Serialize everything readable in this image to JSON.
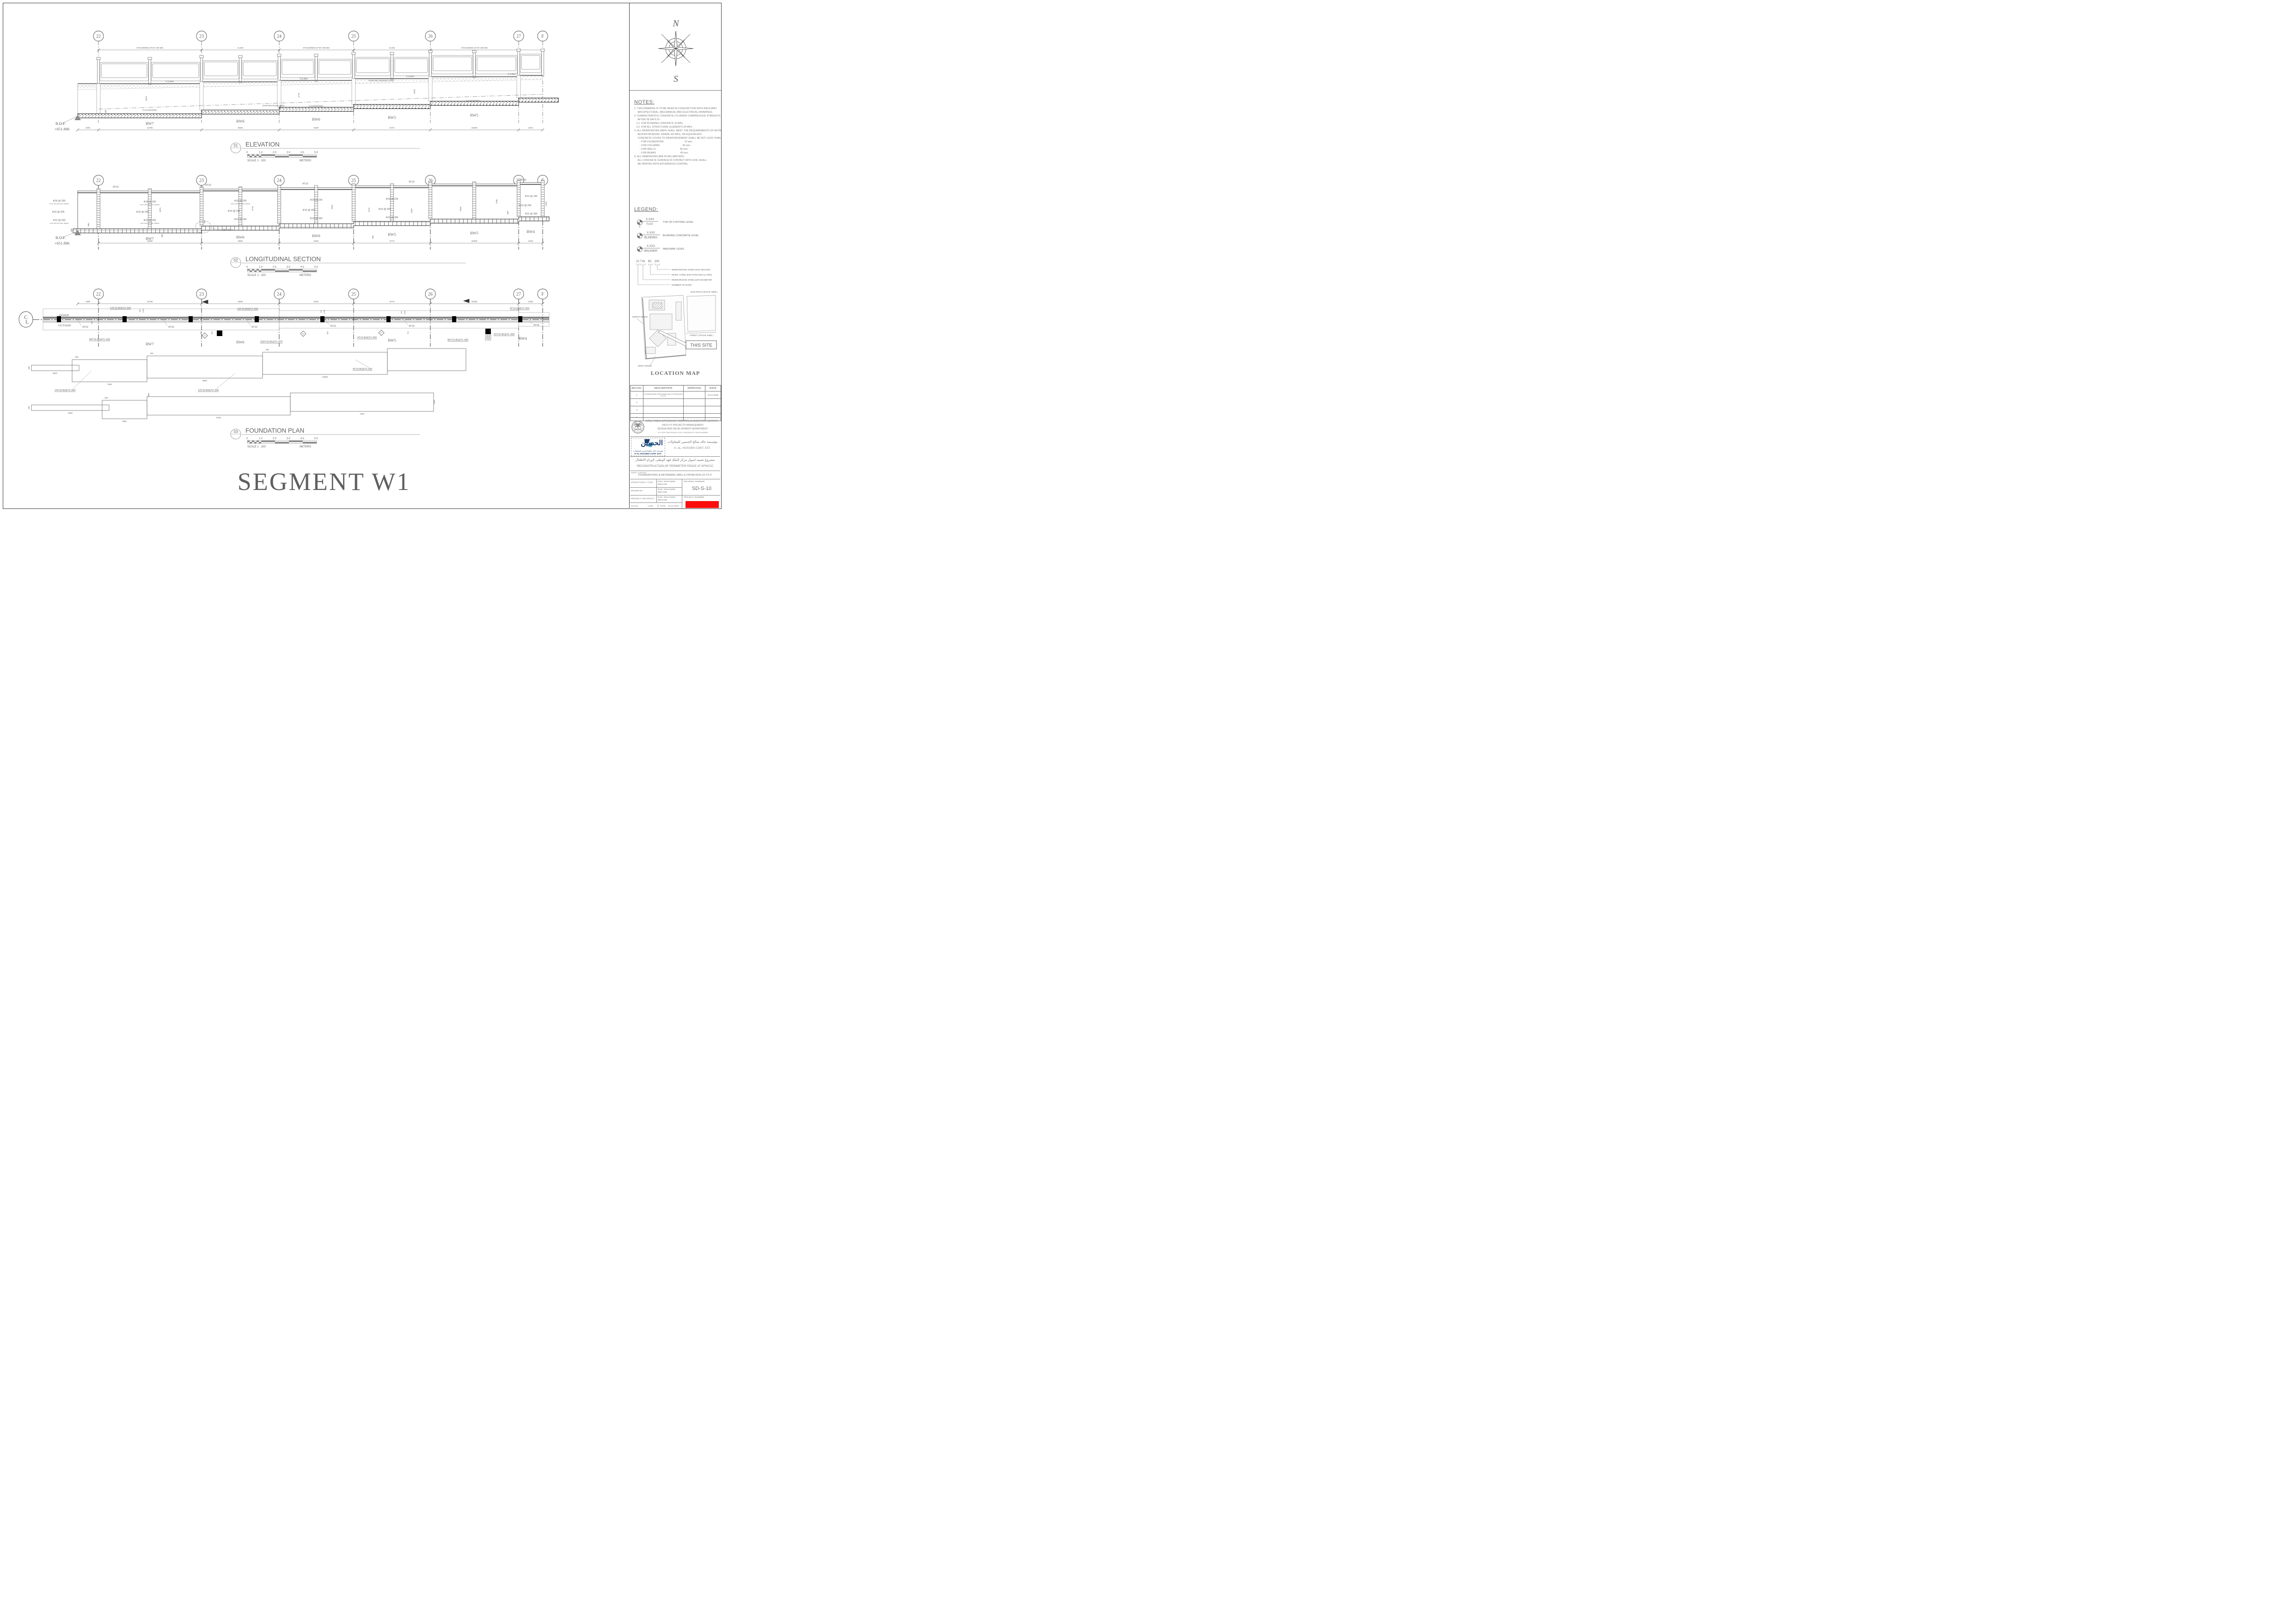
{
  "sheet": {
    "segment_title": "SEGMENT W1"
  },
  "axes": {
    "labels": [
      "22",
      "23",
      "24",
      "25",
      "26",
      "27",
      "F"
    ]
  },
  "scalebar": {
    "ticks": [
      "0",
      "1.0",
      "2.0",
      "3.0",
      "4.0",
      "5.0"
    ],
    "scale": "SCALE 1 : 100",
    "units": "METERS"
  },
  "elevation": {
    "tag": "01",
    "title": "ELEVATION",
    "top_labels": [
      "STAGGERED UP BY 200 MM",
      "ALIGN",
      "STAGGERED UP BY 200 MM",
      "ALIGN",
      "STAGGERED UP BY 200 MM"
    ],
    "torw": "T.O.RW",
    "ground_level": "EXISTING GROUND LEVEL",
    "road_level": "EXISTING ROAD LEVEL",
    "tofooting": "T.O.FOOTING",
    "bof": "B.O.F.",
    "bof_level": "+651.886",
    "wall_heights": [
      "3575",
      "3775",
      "3325"
    ],
    "step_dims": [
      "450",
      "500"
    ],
    "dims": [
      "1000",
      "11795",
      "8835",
      "8420",
      "8770",
      "10035",
      "2610"
    ],
    "walls": [
      "RW7",
      "RW6",
      "RW6",
      "RW5",
      "RW5"
    ]
  },
  "section": {
    "tag": "02",
    "title": "LONGITUDINAL SECTION",
    "top_bar": "4T10",
    "rebar": {
      "v16_200": "Φ16 @ 200",
      "v10_200": "Φ10 @ 200",
      "v12_250": "Φ12 @ 250",
      "v16_225": "Φ16 @ 225",
      "v10_250": "Φ10 @ 250",
      "v12_300": "Φ12 @ 300",
      "v12_150": "Φ12 @ 150",
      "high": "HIGH GROUND VER. REBAR",
      "low": "LOW GROUND VER. REBAR"
    },
    "wall_heights": [
      "3575",
      "3770",
      "3320",
      "3175",
      "2625",
      "2625",
      "2780",
      "2325"
    ],
    "small_dims": [
      "350",
      "550",
      "450",
      "250",
      "350",
      "500"
    ],
    "detail": "DETAIL A",
    "bof": "B.O.F.",
    "bof_level": "+651.886",
    "dims": [
      "11800",
      "8835",
      "8420",
      "8770",
      "10035",
      "2615"
    ],
    "walls": [
      "RW7",
      "RW6",
      "RW6",
      "RW5",
      "RW5",
      "RW4"
    ]
  },
  "plan": {
    "tag": "03",
    "title": "FOUNDATION PLAN",
    "cl_c": "C",
    "cl_l": "L",
    "inside": "INSIDE",
    "outside": "OUTSIDE",
    "bar4": "4T10",
    "top_callouts": [
      "14T10-B2&T2-200",
      "13T10-B2&T2-200",
      "9T10-B2&T2-250"
    ],
    "bottom_callouts": [
      "89T16-B1&T1-150",
      "100T16-B1&T1-175",
      "9T10-B2&T2-250",
      "95T12-B1&T1-200",
      "15T12-B1&T1-200"
    ],
    "dims": [
      "1350",
      "11795",
      "8835",
      "8420",
      "8770",
      "10035",
      "2635"
    ],
    "side_dims": [
      "200",
      "350",
      "1300",
      "900",
      "865",
      "300",
      "1200",
      "800",
      "250",
      "1000",
      "700",
      "900"
    ],
    "markers": [
      "H",
      "G",
      "F"
    ],
    "walls": [
      "RW7",
      "RW6",
      "RW5",
      "RW4"
    ]
  },
  "outlines": {
    "row1": {
      "callouts": [
        "14T10-B2&T2-250",
        "13T10-B2&T2-250",
        "9T10-B2&T2-250"
      ],
      "dims": [
        "100",
        "6500",
        "600",
        "7450",
        "700",
        "8900",
        "700",
        "10000"
      ]
    },
    "row2": {
      "dims": [
        "100",
        "9400",
        "620",
        "4550",
        "500",
        "9100",
        "7200",
        "1150"
      ]
    }
  },
  "compass": {
    "n": "N",
    "s": "S"
  },
  "notes": {
    "heading": "NOTES:",
    "lines": [
      "1- THIS DRAWING IS TO BE READ IN CONJUNCTION WITH RELEVANT",
      "     ARCHITECTURAL, MECHANICAL AND ELECTRICAL DRAWINGS.",
      "",
      "2- CHARACTERISTIC CONCRETE CYLINDER COMPRESSIVE STRENGTH",
      "     AFTER 28 DAYS IS :",
      "   2.1. FOR BLINDING CONCRETE 15 MPa",
      "   2.2. FOR ALL STRUCTURAL ELEMENTS 35 MPa",
      "",
      "3- ALL REINFORCING BARS SHALL MEET THE REQUIREMENTS OF ASTM",
      "     A615/ASTM A615M, GRADE 420 MPa, OR EQUIVALENT.",
      "",
      "     CONCRETE COVER TO REINFORCEMENT SHALL BE NOT LESS THAN",
      "",
      "        - FOR FOUNDATION                              75 mm.",
      "        - FOR COLUMNS                                 40 mm.",
      "        - FOR WALLS                                   30 mm.",
      "        - FOR BEAMS                                   40 mm.",
      "",
      "5- ALL DIMENSIONS ARE IN MILLIMETERS.",
      "",
      "     ALL CONCRETE SURFACE IN CONTACT WITH SOIL SHALL",
      "     BE PAINTED WITH BITUMINOUS COATING."
    ]
  },
  "legend": {
    "heading": "LEGEND:",
    "items": [
      {
        "value": "X.XXX",
        "label": "T.O.F.",
        "desc": "TOP OF FOOTING LEVEL"
      },
      {
        "value": "X.XXX",
        "label": "BLINDING",
        "desc": "BLINDING CONCRETE LEVEL"
      },
      {
        "value": "X.XXX",
        "label": "WALKWAY",
        "desc": "WALKWAY LEVEL"
      }
    ],
    "bar_code": {
      "parts": [
        "10",
        "T16",
        "B2",
        "200"
      ],
      "descs": [
        "REINFORCING STEEL BAR SPACING",
        "REINF. STEEL BAR POSITION (LAYER)",
        "REINFORCING STEEL BAR DIAMETER",
        "NUMBER OF BARS"
      ]
    }
  },
  "location_map": {
    "title": "LOCATION MAP",
    "this_site": "THIS SITE",
    "north_fence": "NORTH FENCE",
    "west_fence": "WEST FENCE",
    "main_road": "MAIN ROAD  ( 60.00 M. WIDE )",
    "street": "STREET  ( 20.00 M. WIDE )"
  },
  "revisions": {
    "headers": [
      "REV.NO.",
      "DESCRIPTION",
      "APPROVAL",
      "DATE"
    ],
    "rows": [
      {
        "no": "1",
        "desc": "FOUNDATIONS & RETAINING WALLS FROM AXIS 22 TO F",
        "approval": "",
        "date": "24-11-2019"
      },
      {
        "no": "2",
        "desc": "",
        "approval": "",
        "date": ""
      },
      {
        "no": "3",
        "desc": "",
        "approval": "",
        "date": ""
      },
      {
        "no": "4",
        "desc": "",
        "approval": "",
        "date": ""
      }
    ]
  },
  "title_block": {
    "org_name": "KING FAISAL SPECIALIST HOSPITAL & RESEARCH CENTER",
    "org_dept1": "FACILITY PROJECTS MANAGEMENT",
    "org_dept2": "DESIGN AND DEVELOPMENT DEPARTMENT",
    "org_addr": "P.O. BOX 3354 RIYADH 11211, KINGDOM OF SAUDI ARABIA",
    "logo_ar_big": "الحسين",
    "logo_ar_small": "مؤسسة خالد صالح الحسين للمقاولات",
    "logo_en": "K-AL-HUSSIEN CONT. EST.",
    "contractor_ar": "مؤسسة خالد صالح الحسين للمقاولات",
    "contractor_en": "K- AL- HUSSIEN CONT. EST.",
    "project_ar": "مشروع تشييد اسوار مركز الملك فهد الوطنى لاورام الاطفال",
    "project_en": "RECONSTRUCTION OF PERIMETER FENCE AT KFNCCC",
    "sheet_content_label": "SHEET CONTENT",
    "sheet_content": "FOUNDATIONS & RETAINING WALLS FROM AXIS 22 TO F",
    "rows": [
      {
        "label": "STRUCTURAL / CIVIL",
        "name1": "ENG. MOHAMED",
        "name2": "IBRAHIM"
      },
      {
        "label": "DRAWN BY",
        "name1": "ENG. MOHAMED",
        "name2": "IBRAHIM"
      },
      {
        "label": "PROJECT ARCHITECT",
        "name1": "ENG. MOHAMED",
        "name2": "IBRAHIM"
      }
    ],
    "drawing_number_label": "DRAWING NUMBER",
    "drawing_number": "SD-S-10",
    "project_number_label": "PROJECT NUMBER",
    "scale_label": "SCALE",
    "scale": "1:100",
    "date_label": "DATE",
    "date": "24-11-2019"
  },
  "colors": {
    "project_number_box": "#fb0d0d",
    "logo_navy": "#1d3d6e",
    "logo_teal": "#2f9fc0"
  }
}
